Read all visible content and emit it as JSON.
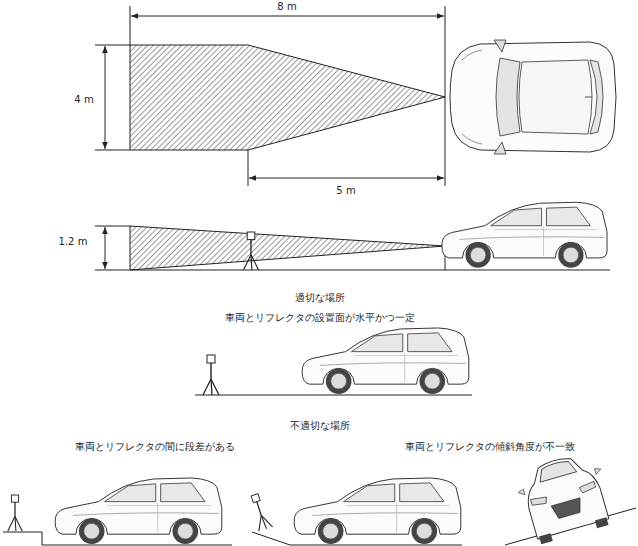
{
  "diagram": {
    "labels": [
      "8 m",
      "4 m",
      "5 m",
      "1.2 m",
      "適切な場所",
      "車両とリフレクタの設置面が水平かつ一定",
      "不適切な場所",
      "車両とリフレクタの間に段差がある",
      "車両とリフレクタの傾斜角度が不一致"
    ]
  }
}
